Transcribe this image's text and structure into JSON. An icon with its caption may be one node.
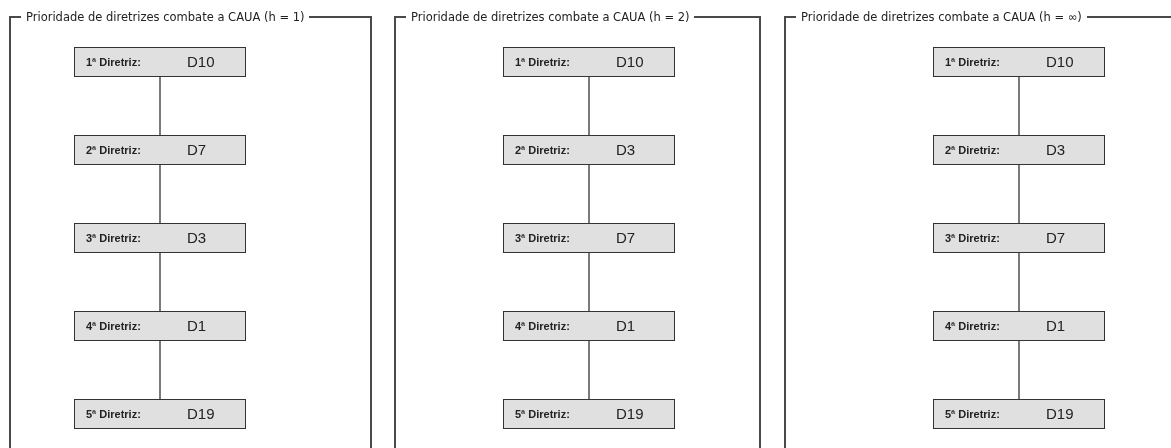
{
  "diagram": {
    "nodes": [
      {
        "text": [
          "Prioridade de diretrizes combate a CAUA (h = 1)"
        ]
      },
      {
        "text": [
          "1ª Diretriz:",
          "D10"
        ],
        "in": 0
      },
      {
        "text": [
          "2ª Diretriz:",
          "D7"
        ],
        "in": 0
      },
      {
        "text": [
          "3ª Diretriz:",
          "D3"
        ],
        "in": 0
      },
      {
        "text": [
          "4ª Diretriz:",
          "D1"
        ],
        "in": 0
      },
      {
        "text": [
          "5ª Diretriz:",
          "D19"
        ],
        "in": 0
      },
      {
        "text": [
          "Prioridade de diretrizes combate a CAUA (h = 2)"
        ]
      },
      {
        "text": [
          "1ª Diretriz:",
          "D10"
        ],
        "in": 6
      },
      {
        "text": [
          "2ª Diretriz:",
          "D3"
        ],
        "in": 6
      },
      {
        "text": [
          "3ª Diretriz:",
          "D7"
        ],
        "in": 6
      },
      {
        "text": [
          "4ª Diretriz:",
          "D1"
        ],
        "in": 6
      },
      {
        "text": [
          "5ª Diretriz:",
          "D19"
        ],
        "in": 6
      },
      {
        "text": [
          "Prioridade de diretrizes combate a CAUA (h = ∞)"
        ]
      },
      {
        "text": [
          "1ª Diretriz:",
          "D10"
        ],
        "in": 12
      },
      {
        "text": [
          "2ª Diretriz:",
          "D3"
        ],
        "in": 12
      },
      {
        "text": [
          "3ª Diretriz:",
          "D7"
        ],
        "in": 12
      },
      {
        "text": [
          "4ª Diretriz:",
          "D1"
        ],
        "in": 12
      },
      {
        "text": [
          "5ª Diretriz:",
          "D19"
        ],
        "in": 12
      }
    ],
    "edges": [
      {
        "from": 1,
        "to": 2,
        "arrow": "none"
      },
      {
        "from": 2,
        "to": 3,
        "arrow": "none"
      },
      {
        "from": 3,
        "to": 4,
        "arrow": "none"
      },
      {
        "from": 4,
        "to": 5,
        "arrow": "none"
      },
      {
        "from": 7,
        "to": 8,
        "arrow": "none"
      },
      {
        "from": 8,
        "to": 9,
        "arrow": "none"
      },
      {
        "from": 9,
        "to": 10,
        "arrow": "none"
      },
      {
        "from": 10,
        "to": 11,
        "arrow": "none"
      },
      {
        "from": 13,
        "to": 14,
        "arrow": "none"
      },
      {
        "from": 14,
        "to": 15,
        "arrow": "none"
      },
      {
        "from": 15,
        "to": 16,
        "arrow": "none"
      },
      {
        "from": 16,
        "to": 17,
        "arrow": "none"
      }
    ]
  }
}
